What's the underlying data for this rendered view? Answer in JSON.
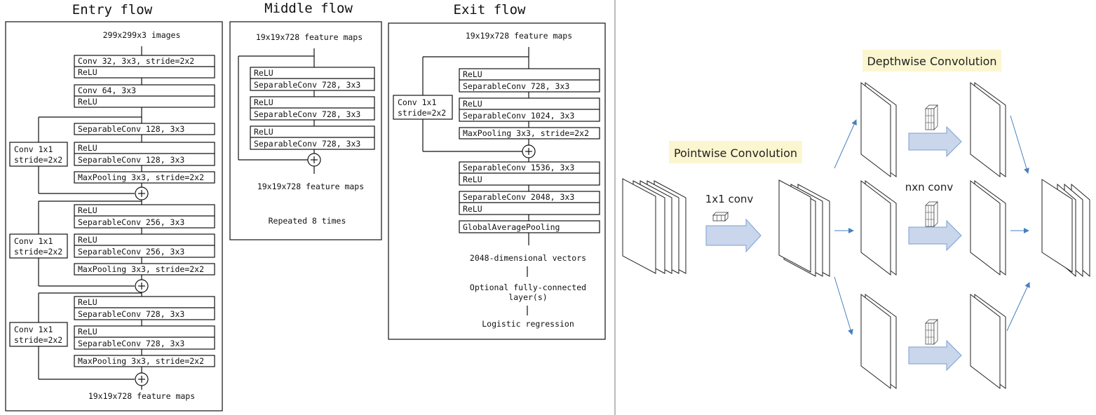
{
  "entry": {
    "title": "Entry flow",
    "input": "299x299x3 images",
    "b1a": "Conv 32, 3x3, stride=2x2",
    "b1b": "ReLU",
    "b2a": "Conv 64, 3x3",
    "b2b": "ReLU",
    "s1": "SeparableConv 128, 3x3",
    "r1": "ReLU",
    "s2": "SeparableConv 128, 3x3",
    "mp1": "MaxPooling 3x3, stride=2x2",
    "r2": "ReLU",
    "s3": "SeparableConv 256, 3x3",
    "r3": "ReLU",
    "s4": "SeparableConv 256, 3x3",
    "mp2": "MaxPooling 3x3, stride=2x2",
    "r4": "ReLU",
    "s5": "SeparableConv 728, 3x3",
    "r5": "ReLU",
    "s6": "SeparableConv 728, 3x3",
    "mp3": "MaxPooling 3x3, stride=2x2",
    "conv_a": "Conv 1x1",
    "conv_b": "stride=2x2",
    "output": "19x19x728 feature maps"
  },
  "middle": {
    "title": "Middle flow",
    "input": "19x19x728 feature maps",
    "relu": "ReLU",
    "sep": "SeparableConv 728, 3x3",
    "output": "19x19x728 feature maps",
    "repeat": "Repeated 8 times"
  },
  "exit": {
    "title": "Exit flow",
    "input": "19x19x728 feature maps",
    "r1": "ReLU",
    "s1": "SeparableConv 728, 3x3",
    "r2": "ReLU",
    "s2": "SeparableConv 1024, 3x3",
    "mp": "MaxPooling 3x3, stride=2x2",
    "conv_a": "Conv 1x1",
    "conv_b": "stride=2x2",
    "s3": "SeparableConv 1536, 3x3",
    "r3": "ReLU",
    "s4": "SeparableConv 2048, 3x3",
    "r4": "ReLU",
    "gap": "GlobalAveragePooling",
    "vec": "2048-dimensional vectors",
    "fc1": "Optional fully-connected",
    "fc2": "layer(s)",
    "logreg": "Logistic regression"
  },
  "right": {
    "pointwise": "Pointwise Convolution",
    "depthwise": "Depthwise Convolution",
    "conv1x1": "1x1 conv",
    "nxn": "nxn conv",
    "highlight_color": "#fbf6cf",
    "arrow_color": "#4a7fbf"
  }
}
